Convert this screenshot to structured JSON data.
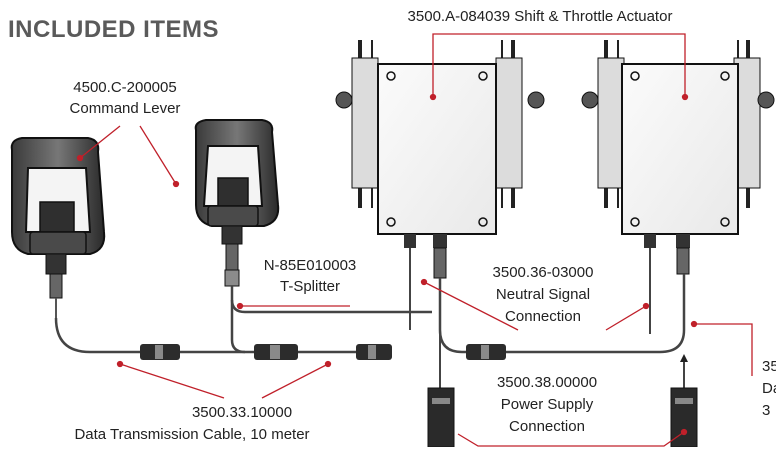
{
  "heading": "INCLUDED ITEMS",
  "labels": {
    "actuator": "3500.A-084039 Shift & Throttle Actuator",
    "lever_part": "4500.C-200005",
    "lever_name": "Command Lever",
    "splitter_part": "N-85E010003",
    "splitter_name": "T-Splitter",
    "neutral_part": "3500.36-03000",
    "neutral_line1": "Neutral Signal",
    "neutral_line2": "Connection",
    "power_part": "3500.38.00000",
    "power_line1": "Power Supply",
    "power_line2": "Connection",
    "datacable_part": "3500.33.10000",
    "datacable_name": "Data Transmission Cable, 10 meter",
    "cut_line1": "35",
    "cut_line2": "Da",
    "cut_line3": "3"
  },
  "colors": {
    "callout": "#c0202a",
    "heading": "#5a5a5a",
    "text": "#222222"
  }
}
